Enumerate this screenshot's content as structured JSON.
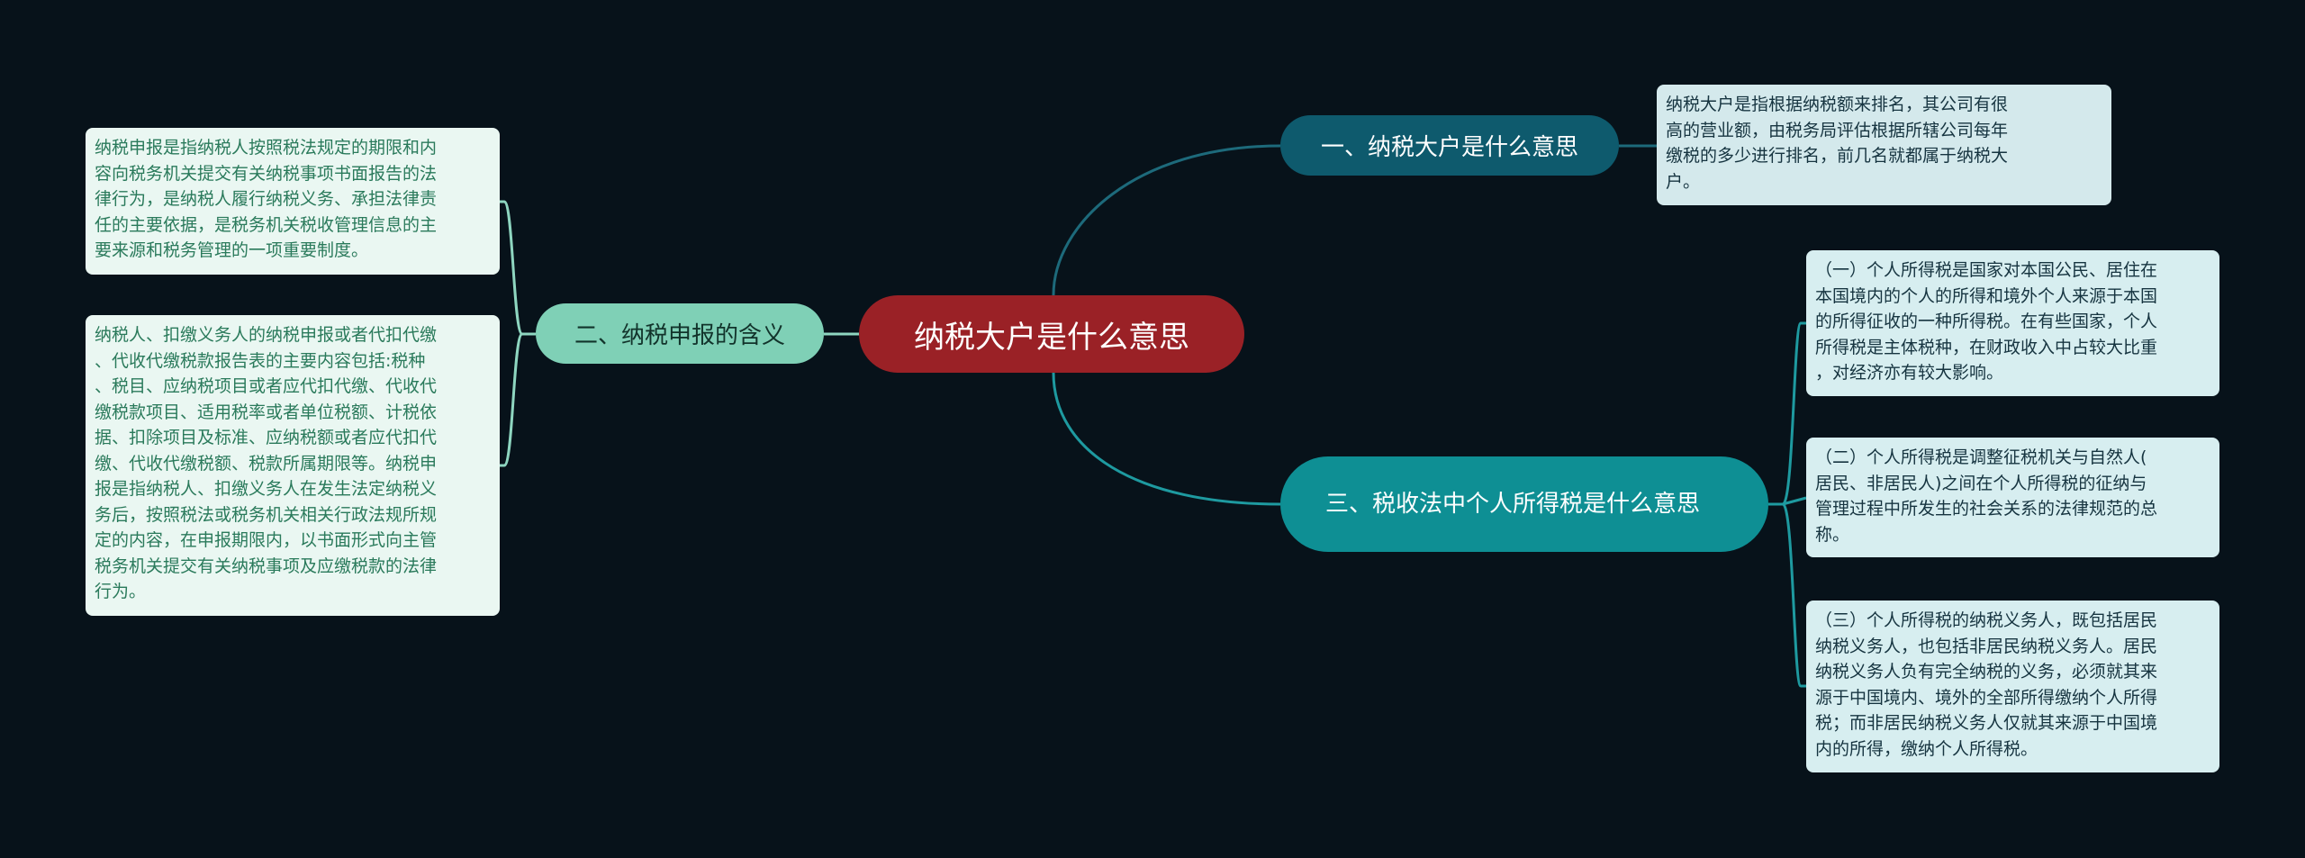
{
  "root": {
    "label": "纳税大户是什么意思",
    "color": "#9a2126"
  },
  "branches": {
    "b1": {
      "label": "一、纳税大户是什么意思",
      "color": "#0e5a6d"
    },
    "b2": {
      "label": "二、纳税申报的含义",
      "color": "#7fd0b6"
    },
    "b3": {
      "label": "三、税收法中个人所得税是什么意思",
      "color": "#0e8f94"
    }
  },
  "leaves": {
    "l1": "纳税大户是指根据纳税额来排名，其公司有很\n高的营业额，由税务局评估根据所辖公司每年\n缴税的多少进行排名，前几名就都属于纳税大\n户。",
    "l2": "纳税申报是指纳税人按照税法规定的期限和内\n容向税务机关提交有关纳税事项书面报告的法\n律行为，是纳税人履行纳税义务、承担法律责\n任的主要依据，是税务机关税收管理信息的主\n要来源和税务管理的一项重要制度。",
    "l3": "纳税人、扣缴义务人的纳税申报或者代扣代缴\n、代收代缴税款报告表的主要内容包括:税种\n、税目、应纳税项目或者应代扣代缴、代收代\n缴税款项目、适用税率或者单位税额、计税依\n据、扣除项目及标准、应纳税额或者应代扣代\n缴、代收代缴税额、税款所属期限等。纳税申\n报是指纳税人、扣缴义务人在发生法定纳税义\n务后，按照税法或税务机关相关行政法规所规\n定的内容，在申报期限内，以书面形式向主管\n税务机关提交有关纳税事项及应缴税款的法律\n行为。",
    "l4": "（一）个人所得税是国家对本国公民、居住在\n本国境内的个人的所得和境外个人来源于本国\n的所得征收的一种所得税。在有些国家，个人\n所得税是主体税种，在财政收入中占较大比重\n，对经济亦有较大影响。",
    "l5": "（二）个人所得税是调整征税机关与自然人(\n居民、非居民人)之间在个人所得税的征纳与\n管理过程中所发生的社会关系的法律规范的总\n称。",
    "l6": "（三）个人所得税的纳税义务人，既包括居民\n纳税义务人，也包括非居民纳税义务人。居民\n纳税义务人负有完全纳税的义务，必须就其来\n源于中国境内、境外的全部所得缴纳个人所得\n税；而非居民纳税义务人仅就其来源于中国境\n内的所得，缴纳个人所得税。"
  },
  "colors": {
    "background": "#07121a",
    "link_right_top": "#1d6a7b",
    "link_right_bottom": "#1e9aa0",
    "link_left": "#8ed6c0",
    "leaf_green_bg": "#eaf7f2",
    "leaf_green_text": "#2a7a5b",
    "leaf_blue_bg": "#d4e9ec"
  }
}
